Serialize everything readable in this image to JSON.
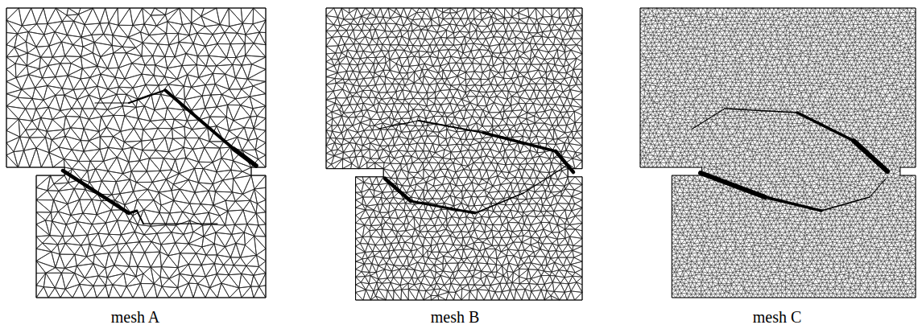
{
  "diagram": {
    "labels": [
      "mesh A",
      "mesh B",
      "mesh C"
    ]
  }
}
